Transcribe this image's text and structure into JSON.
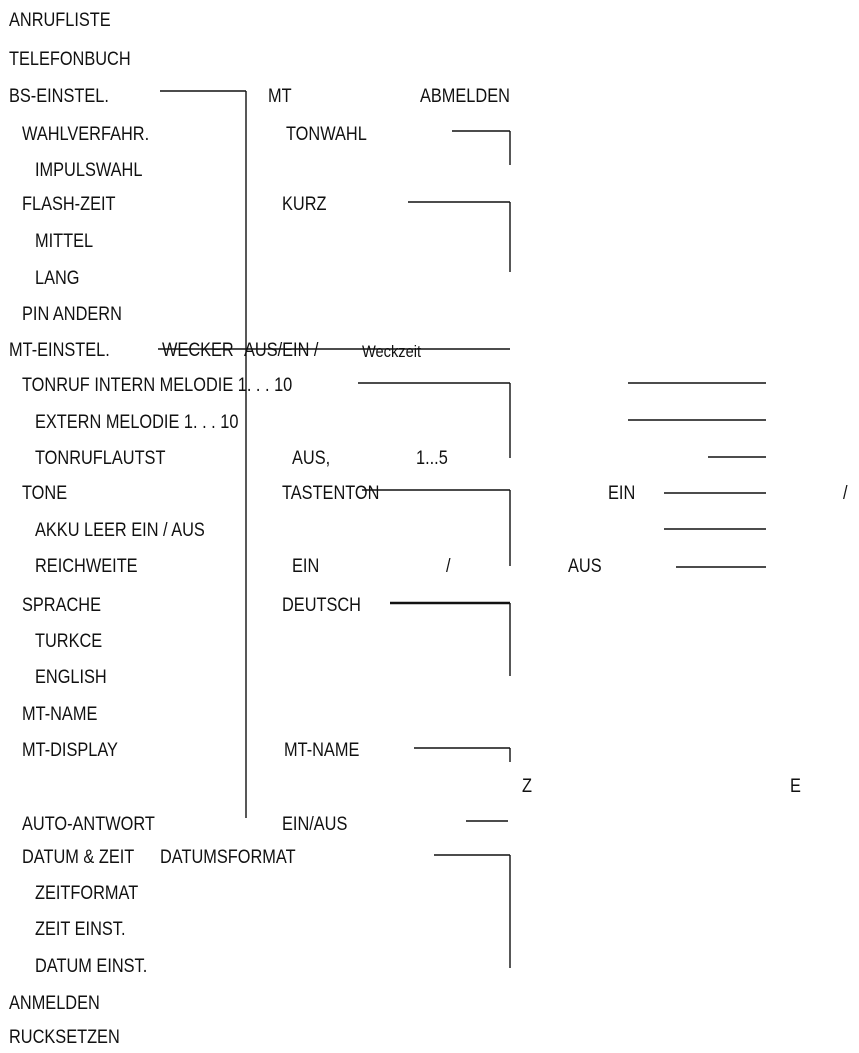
{
  "menu": {
    "anrufliste": "ANRUFLISTE",
    "telefonbuch": "TELEFONBUCH",
    "bs_einstel": "BS-EINSTEL.",
    "mt": "MT",
    "abmelden": "ABMELDEN",
    "wahlverfahr": "WAHLVERFAHR.",
    "tonwahl": "TONWAHL",
    "impulswahl": "IMPULSWAHL",
    "flash_zeit": "FLASH-ZEIT",
    "kurz": "KURZ",
    "mittel": "MITTEL",
    "lang": "LANG",
    "pin_andern": "PIN ANDERN",
    "mt_einstel": "MT-EINSTEL.",
    "wecker": "WECKER",
    "aus_ein": "AUS/EIN /",
    "weckzeit": "Weckzeit",
    "tonruf_intern": "TONRUF  INTERN  MELODIE 1. . . 10",
    "extern_melodie": "EXTERN  MELODIE 1. . . 10",
    "tonruflautst": "TONRUFLAUTST",
    "aus_comma": "AUS,",
    "one_to_five": "1...5",
    "tone": "TONE",
    "tastenton": "TASTENTON",
    "ein_1": "EIN",
    "slash_1": "/",
    "akku_leer": "AKKU LEER  EIN / AUS",
    "reichweite": "REICHWEITE",
    "ein_2": "EIN",
    "slash_2": "/",
    "aus_2": "AUS",
    "sprache": "SPRACHE",
    "deutsch": "DEUTSCH",
    "turkce": "TURKCE",
    "english": "ENGLISH",
    "mt_name": "MT-NAME",
    "mt_display": "MT-DISPLAY",
    "mt_name_2": "MT-NAME",
    "z": "Z",
    "e": "E",
    "auto_antwort": "AUTO-ANTWORT",
    "ein_aus": "EIN/AUS",
    "datum_zeit": "DATUM & ZEIT",
    "datumsformat": "DATUMSFORMAT",
    "zeitformat": "ZEITFORMAT",
    "zeit_einst": "ZEIT EINST.",
    "datum_einst": "DATUM EINST.",
    "anmelden": "ANMELDEN",
    "rucksetzen": "RUCKSETZEN"
  }
}
